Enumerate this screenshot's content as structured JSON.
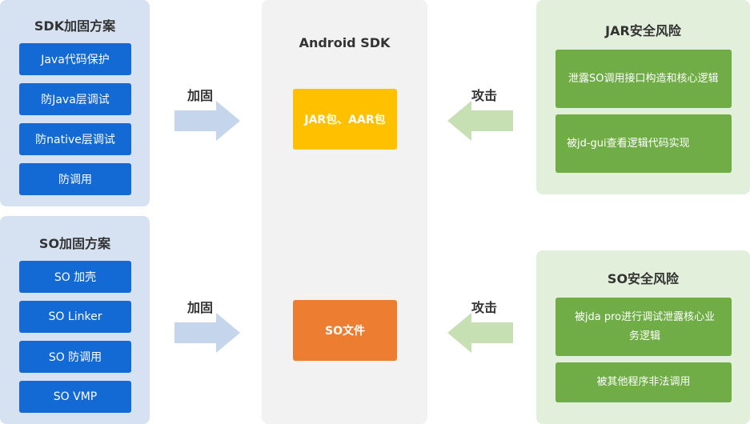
{
  "left_panels": [
    {
      "title": "SDK加固方案",
      "items": [
        "Java代码保护",
        "防Java层调试",
        "防native层调试",
        "防调用"
      ]
    },
    {
      "title": "SO加固方案",
      "items": [
        "SO 加壳",
        "SO Linker",
        "SO 防调用",
        "SO VMP"
      ]
    }
  ],
  "center": {
    "title": "Android SDK",
    "blocks": [
      "JAR包、AAR包",
      "SO文件"
    ]
  },
  "arrows": {
    "harden_label": "加固",
    "attack_label": "攻击"
  },
  "right_panels": [
    {
      "title": "JAR安全风险",
      "items": [
        "泄露SO调用接口构造和核心逻辑",
        "被jd-gui查看逻辑代码实现"
      ]
    },
    {
      "title": "SO安全风险",
      "items": [
        "被jda pro进行调试泄露核心业务逻辑",
        "被其他程序非法调用"
      ]
    }
  ],
  "colors": {
    "panel_blue": "#d6e2f1",
    "panel_gray": "#f2f2f2",
    "panel_green": "#e2efda",
    "button_blue": "#136ad5",
    "button_green": "#70ad47",
    "jar_yellow": "#ffc000",
    "so_orange": "#ed7d31",
    "arrow_blue": "#c5d6ec",
    "arrow_green": "#c6e0b4"
  }
}
